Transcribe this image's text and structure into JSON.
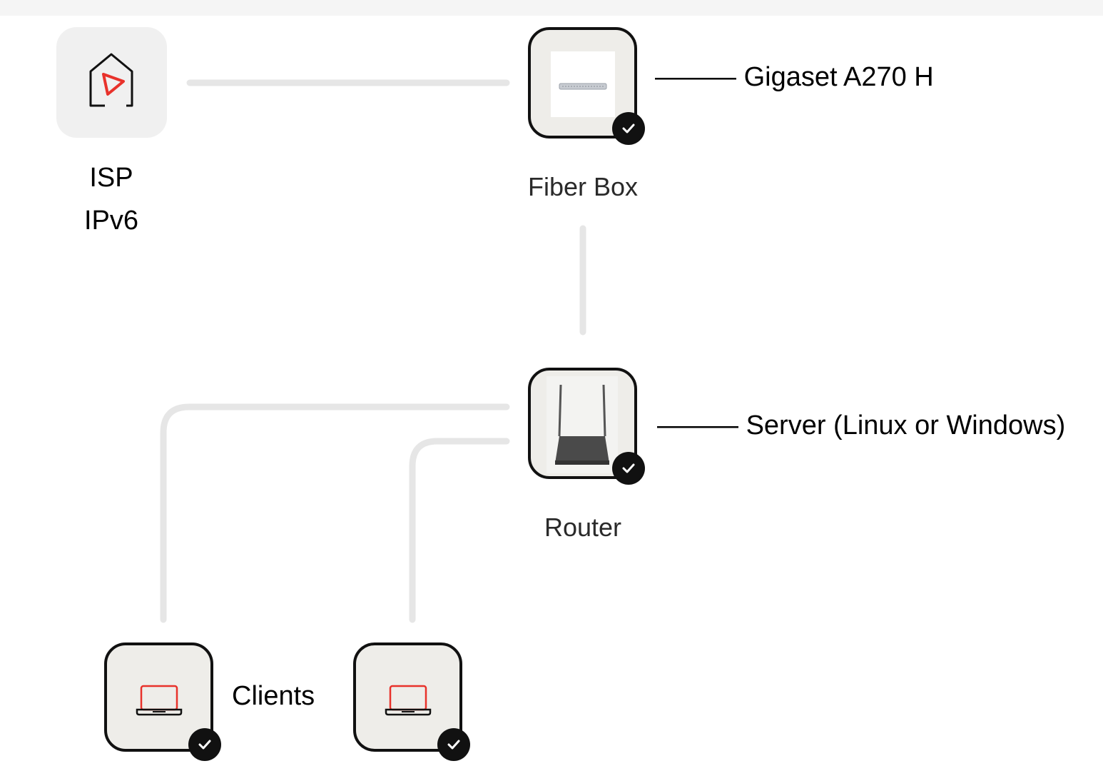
{
  "isp": {
    "name": "ISP",
    "protocol": "IPv6",
    "icon": "home-play-icon"
  },
  "nodes": {
    "fiber_box": {
      "caption": "Fiber Box",
      "annotation": "Gigaset A270 H",
      "icon": "fiber-box-device-icon",
      "status": "connected"
    },
    "router": {
      "caption": "Router",
      "annotation": "Server (Linux or Windows)",
      "icon": "router-device-icon",
      "status": "connected"
    },
    "clients": {
      "annotation": "Clients",
      "icon": "laptop-icon",
      "status": "connected",
      "count": 2
    }
  },
  "annotation_marker": "———",
  "colors": {
    "accent": "#e8322b",
    "link": "#e6e6e6",
    "tile": "#eeede9",
    "border": "#111111",
    "badge": "#111111"
  }
}
